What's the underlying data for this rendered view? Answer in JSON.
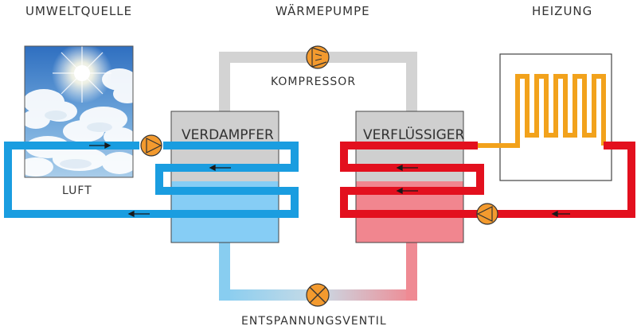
{
  "headers": {
    "source": "UMWELTQUELLE",
    "pump": "WÄRMEPUMPE",
    "heating": "HEIZUNG"
  },
  "components": {
    "evaporator": "VERDAMPFER",
    "condenser": "VERFLÜSSIGER",
    "compressor": "KOMPRESSOR",
    "expansion_valve": "ENTSPANNUNGSVENTIL",
    "air": "LUFT"
  },
  "colors": {
    "cold_loop": "#1a9de0",
    "hot_loop": "#e3101e",
    "refrigerant_gas": "#d3d3d3",
    "refrigerant_cold": "#88cdf0",
    "refrigerant_warm": "#ef8a93",
    "heating_coil": "#f2a21c",
    "pump_orange": "#f39a2e",
    "unit_top": "#cfcfcf",
    "evaporator_bottom": "#86cdf5",
    "condenser_bottom": "#f1868f"
  },
  "icons": {
    "compressor": "compressor-icon",
    "valve": "valve-icon",
    "pump_left": "pump-icon",
    "pump_right": "pump-icon",
    "sky": "sky-sun-icon"
  }
}
